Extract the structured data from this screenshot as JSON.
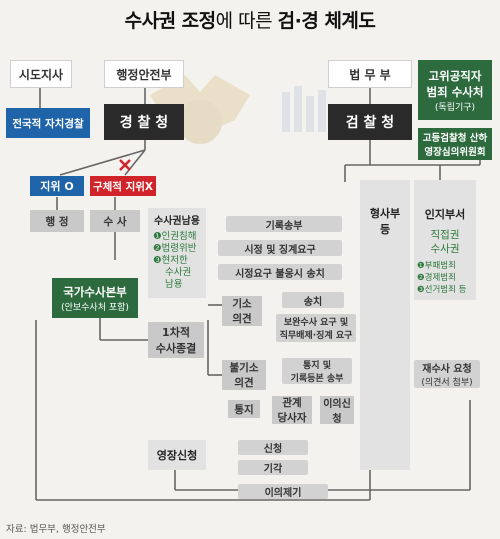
{
  "title": {
    "bold1": "수사권 조정",
    "light": "에 따른 ",
    "bold2": "검·경 체계도"
  },
  "boxes": {
    "governor": "시도지사",
    "moi": "행정안전부",
    "moj": "법 무 부",
    "cio_line1": "고위공직자",
    "cio_line2": "범죄 수사처",
    "cio_sub": "(독립기구)",
    "local_police": "전국적 자치경찰",
    "police": "경 찰 청",
    "prosecution": "검 찰 청",
    "committee_line1": "고등검찰청 산하",
    "committee_line2": "영장심의위원회",
    "status_o": "지위 O",
    "status_x": "구체적 지위X",
    "admin": "행 정",
    "investigation": "수 사",
    "nib_line1": "국가수사본부",
    "nib_line2": "(안보수사처 포함)",
    "abuse_title": "수사권남용",
    "abuse_items": [
      "❶인권침해",
      "❷법령위반",
      "❸현저한",
      "수사권",
      "남용"
    ],
    "first_close_line1": "1차적",
    "first_close_line2": "수사종결",
    "indict_line1": "기소",
    "indict_line2": "의견",
    "non_indict_line1": "불기소",
    "non_indict_line2": "의견",
    "notice": "통지",
    "party_line1": "관계",
    "party_line2": "당사자",
    "objection_line1": "이의신",
    "objection_line2": "청",
    "warrant": "영장신청",
    "criminal_dept_line1": "형사부",
    "criminal_dept_line2": "등",
    "personnel_dept": "인지부서",
    "direct_line1": "직접권",
    "direct_line2": "수사권",
    "direct_items": [
      "❶부패범죄",
      "❷경제범죄",
      "❸선거범죄 등"
    ]
  },
  "arrows": {
    "records": "기록송부",
    "correction": "시정 및 징계요구",
    "noncompliance": "시정요구 불응시 송치",
    "transfer": "송치",
    "supplement_line1": "보완수사 요구 및",
    "supplement_line2": "직무배제·징계 요구",
    "notify_line1": "통지 및",
    "notify_line2": "기록등본 송부",
    "reinvest_line1": "재수사 요청",
    "reinvest_line2": "(의견서 첨부)",
    "apply": "신청",
    "dismiss": "기각",
    "appeal": "이의제기"
  },
  "icons": [
    "police-emblem-icon",
    "prosecution-building-icon",
    "red-x-icon"
  ],
  "colors": {
    "blue": "#1f63a8",
    "red": "#d0242a",
    "green": "#2d6b3f",
    "dark": "#2a2a2a"
  },
  "source": "자료: 법무부, 행정안전부"
}
